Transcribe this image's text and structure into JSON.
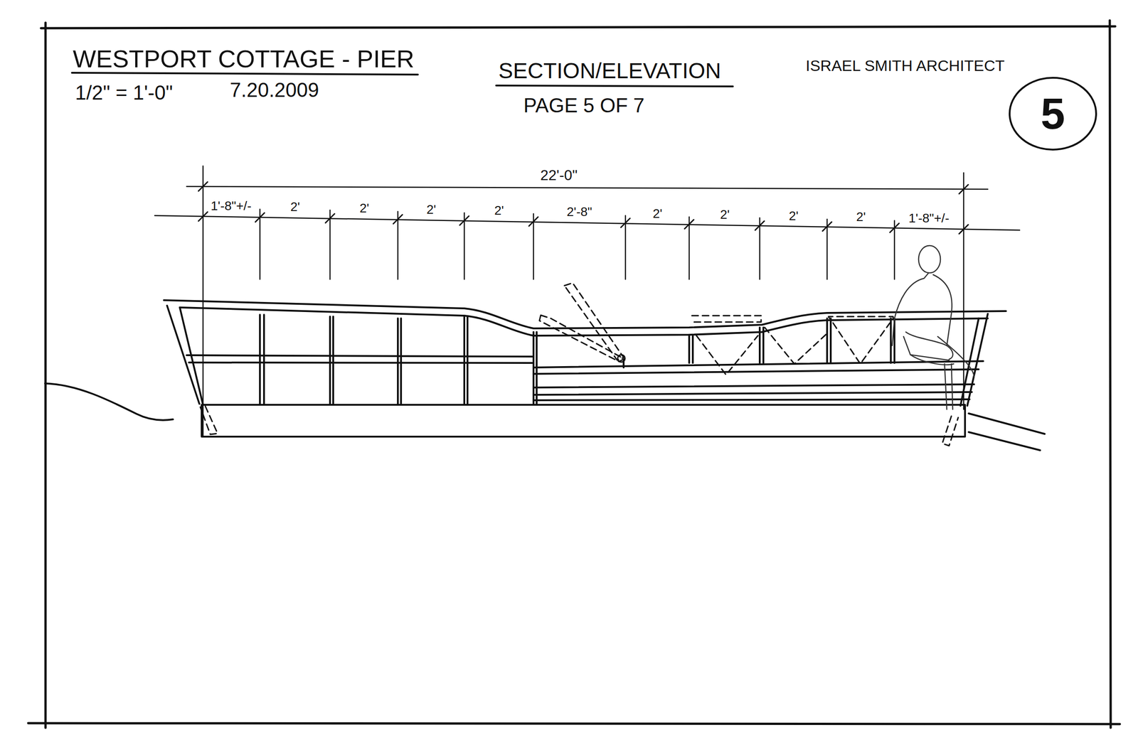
{
  "diagram": {
    "title": "WESTPORT COTTAGE - PIER",
    "nodes": [
      {
        "text": [
          "5"
        ]
      }
    ],
    "labels": [
      "1/2\" = 1'-0\"",
      "7.20.2009",
      "SECTION/ELEVATION",
      "PAGE 5 OF 7",
      "ISRAEL SMITH ARCHITECT",
      "22'-0\"",
      "1'-8\"+/-",
      "2'",
      "2'",
      "2'",
      "2'",
      "2'-8\"",
      "2'",
      "2'",
      "2'",
      "2'",
      "1'-8\"+/-"
    ]
  }
}
